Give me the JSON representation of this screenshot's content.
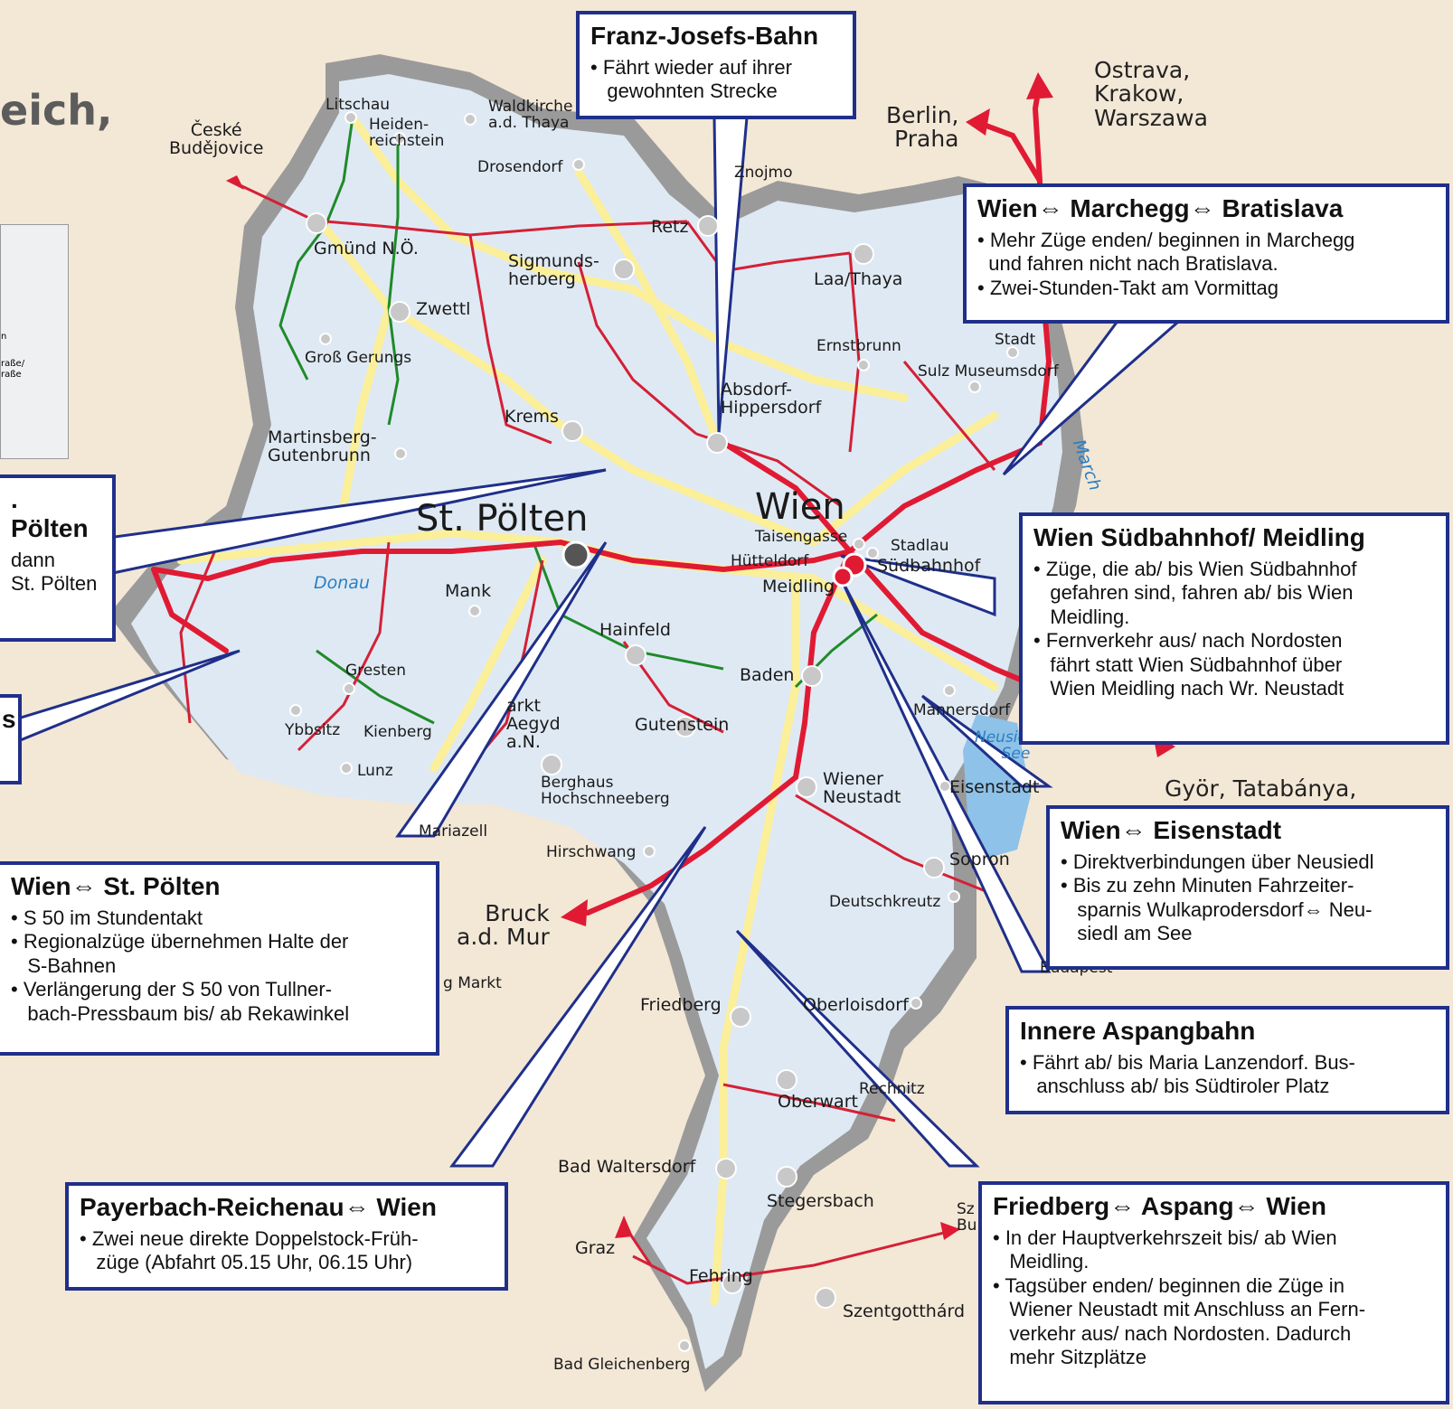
{
  "fragments": {
    "title": "eich,",
    "legend_lines": [
      "n",
      "raße/",
      "raße"
    ]
  },
  "cities": [
    {
      "id": "wien",
      "name": "Wien"
    },
    {
      "id": "stpoelten",
      "name": "St. Pölten"
    },
    {
      "id": "litschau",
      "name": "Litschau"
    },
    {
      "id": "heidenreichstein",
      "name": "Heiden-\nreichstein"
    },
    {
      "id": "waldkirchen",
      "name": "Waldkirche\na.d. Thaya"
    },
    {
      "id": "drosendorf",
      "name": "Drosendorf"
    },
    {
      "id": "znojmo",
      "name": "Znojmo"
    },
    {
      "id": "retz",
      "name": "Retz"
    },
    {
      "id": "gmuend",
      "name": "Gmünd N.Ö."
    },
    {
      "id": "sigmundsherberg",
      "name": "Sigmunds-\nherberg"
    },
    {
      "id": "laa",
      "name": "Laa/Thaya"
    },
    {
      "id": "zwettl",
      "name": "Zwettl"
    },
    {
      "id": "grossgerungs",
      "name": "Groß Gerungs"
    },
    {
      "id": "ernstbrunn",
      "name": "Ernstbrunn"
    },
    {
      "id": "stadt",
      "name": "Stadt"
    },
    {
      "id": "sulz",
      "name": "Sulz Museumsdorf"
    },
    {
      "id": "absdorf",
      "name": "Absdorf-\nHippersdorf"
    },
    {
      "id": "krems",
      "name": "Krems"
    },
    {
      "id": "martinsberg",
      "name": "Martinsberg-\nGutenbrunn"
    },
    {
      "id": "taisengasse",
      "name": "Taisengasse"
    },
    {
      "id": "stadlau",
      "name": "Stadlau"
    },
    {
      "id": "huetteldorf",
      "name": "Hütteldorf"
    },
    {
      "id": "suedbahnhof",
      "name": "Südbahnhof"
    },
    {
      "id": "meidling",
      "name": "Meidling"
    },
    {
      "id": "mank",
      "name": "Mank"
    },
    {
      "id": "hainfeld",
      "name": "Hainfeld"
    },
    {
      "id": "baden",
      "name": "Baden"
    },
    {
      "id": "gresten",
      "name": "Gresten"
    },
    {
      "id": "markt",
      "name": "arkt\nAegyd\na.N."
    },
    {
      "id": "gutenstein",
      "name": "Gutenstein"
    },
    {
      "id": "mannersdorf",
      "name": "Mannersdorf"
    },
    {
      "id": "ybbsitz",
      "name": "Ybbsitz"
    },
    {
      "id": "kienberg",
      "name": "Kienberg"
    },
    {
      "id": "lunz",
      "name": "Lunz"
    },
    {
      "id": "berghaus",
      "name": "Berghaus\nHochschneeberg"
    },
    {
      "id": "wienerneustadt",
      "name": "Wiener\nNeustadt"
    },
    {
      "id": "eisenstadt",
      "name": "Eisenstadt"
    },
    {
      "id": "mariazell",
      "name": "Mariazell"
    },
    {
      "id": "hirschwang",
      "name": "Hirschwang"
    },
    {
      "id": "sopron",
      "name": "Sopron"
    },
    {
      "id": "deutschkreutz",
      "name": "Deutschkreutz"
    },
    {
      "id": "gmarkt",
      "name": "g Markt"
    },
    {
      "id": "friedberg",
      "name": "Friedberg"
    },
    {
      "id": "oberloisdorf",
      "name": "Oberloisdorf"
    },
    {
      "id": "oberwart",
      "name": "Oberwart"
    },
    {
      "id": "rechnitz",
      "name": "Rechnitz"
    },
    {
      "id": "badwaltersdorf",
      "name": "Bad Waltersdorf"
    },
    {
      "id": "stegersbach",
      "name": "Stegersbach"
    },
    {
      "id": "sz",
      "name": "Sz\nBu"
    },
    {
      "id": "fehring",
      "name": "Fehring"
    },
    {
      "id": "szentgotthard",
      "name": "Szentgotthárd"
    },
    {
      "id": "badgleichenberg",
      "name": "Bad Gleichenberg"
    },
    {
      "id": "budapest",
      "name": "Budapest"
    }
  ],
  "external": [
    {
      "id": "ceske",
      "name": "České\nBudějovice"
    },
    {
      "id": "berlin",
      "name": "Berlin,\nPraha"
    },
    {
      "id": "ostrava",
      "name": "Ostrava,\nKrakow,\nWarszawa"
    },
    {
      "id": "gyor",
      "name": "Györ, Tatabánya,"
    },
    {
      "id": "bruck",
      "name": "Bruck\na.d. Mur"
    },
    {
      "id": "graz",
      "name": "Graz"
    }
  ],
  "water": [
    {
      "id": "donau",
      "name": "Donau"
    },
    {
      "id": "march",
      "name": "March"
    },
    {
      "id": "neusiedlersee",
      "name": "Neusiedler\nSee"
    }
  ],
  "callouts": [
    {
      "id": "franz-josefs-bahn",
      "title": "Franz-Josefs-Bahn",
      "lines": [
        "• Fährt wieder auf ihrer",
        "   gewohnten Strecke"
      ]
    },
    {
      "id": "marchegg",
      "title": "Wien⇔ Marchegg⇔ Bratislava",
      "lines": [
        "• Mehr Züge enden/ beginnen in Marchegg",
        "  und fahren nicht nach Bratislava.",
        "• Zwei-Stunden-Takt am Vormittag"
      ]
    },
    {
      "id": "stpoelten-left",
      "title": ". Pölten",
      "lines": [
        "dann",
        "",
        "St. Pölten"
      ]
    },
    {
      "id": "left-small",
      "title": "s",
      "lines": [
        ""
      ]
    },
    {
      "id": "suedbahnhof",
      "title": "Wien Südbahnhof/ Meidling",
      "lines": [
        "• Züge, die ab/ bis Wien Südbahnhof",
        "   gefahren sind, fahren ab/ bis Wien",
        "   Meidling.",
        "• Fernverkehr aus/ nach Nordosten",
        "   fährt statt Wien Südbahnhof über",
        "   Wien Meidling nach Wr. Neustadt"
      ]
    },
    {
      "id": "eisenstadt",
      "title": "Wien⇔ Eisenstadt",
      "lines": [
        "• Direktverbindungen über Neusiedl",
        "• Bis zu zehn Minuten Fahrzeiter-",
        "   sparnis Wulkaprodersdorf⇔ Neu-",
        "   siedl am See"
      ]
    },
    {
      "id": "wien-stpoelten",
      "title": "Wien⇔ St. Pölten",
      "lines": [
        "• S 50 im Stundentakt",
        "• Regionalzüge übernehmen Halte der",
        "   S-Bahnen",
        "• Verlängerung der S 50 von Tullner-",
        "   bach-Pressbaum bis/ ab Rekawinkel"
      ]
    },
    {
      "id": "aspangbahn",
      "title": "Innere Aspangbahn",
      "lines": [
        "• Fährt ab/ bis Maria Lanzendorf. Bus-",
        "   anschluss ab/ bis Südtiroler Platz"
      ]
    },
    {
      "id": "payerbach",
      "title": "Payerbach-Reichenau⇔ Wien",
      "lines": [
        "• Zwei neue direkte Doppelstock-Früh-",
        "   züge (Abfahrt 05.15 Uhr, 06.15 Uhr)"
      ]
    },
    {
      "id": "friedberg",
      "title": "Friedberg⇔ Aspang⇔ Wien",
      "lines": [
        "• In der Hauptverkehrszeit bis/ ab Wien",
        "   Meidling.",
        "• Tagsüber enden/ beginnen die Züge in",
        "   Wiener Neustadt mit Anschluss an Fern-",
        "   verkehr aus/ nach Nordosten. Dadurch",
        "   mehr Sitzplätze"
      ]
    }
  ],
  "colors": {
    "land": "#dfe9f3",
    "border": "#9a9a9a",
    "outside": "#f3e7d6",
    "rail_main": "#e01a33",
    "rail_regional": "#d42036",
    "rail_local": "#1f8a2a",
    "road": "#fbef9a",
    "callout": "#1f2f8a",
    "water": "#8ec2e8"
  }
}
